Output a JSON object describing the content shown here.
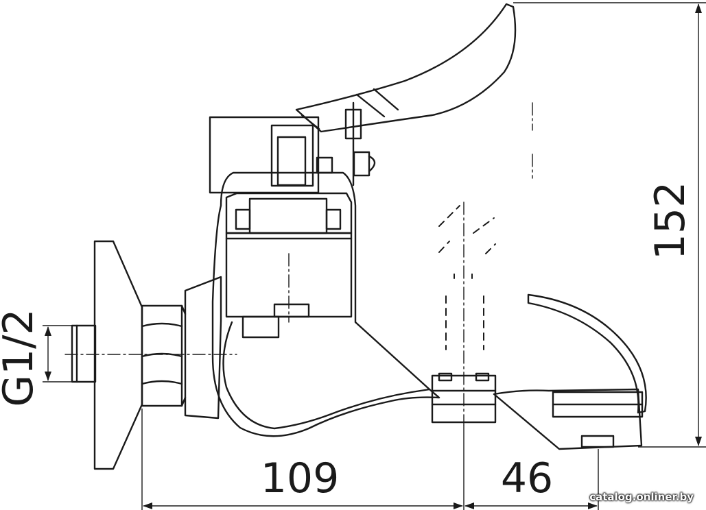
{
  "drawing": {
    "type": "technical-drawing",
    "subject": "wall-mounted bath mixer faucet, side view",
    "line_color": "#1a1a1a",
    "background": "#ffffff"
  },
  "dimensions": {
    "height": "152",
    "wall_to_spout": "109",
    "spout_offset": "46",
    "thread": "G1/2"
  },
  "watermark": "catalog.onliner.by"
}
